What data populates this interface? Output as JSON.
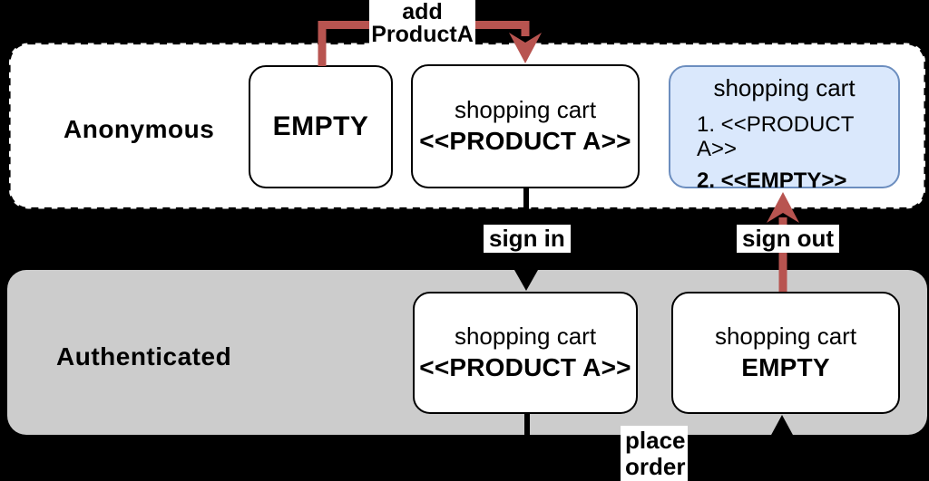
{
  "diagram": {
    "lanes": {
      "anonymous": {
        "label": "Anonymous"
      },
      "authenticated": {
        "label": "Authenticated"
      }
    },
    "states": {
      "anon_empty": {
        "label": "EMPTY"
      },
      "anon_cart": {
        "title": "shopping cart",
        "value": "<<PRODUCT A>>"
      },
      "anon_cart_list": {
        "title": "shopping cart",
        "items": [
          "1. <<PRODUCT A>>",
          "2. <<EMPTY>>"
        ]
      },
      "auth_cart": {
        "title": "shopping cart",
        "value": "<<PRODUCT A>>"
      },
      "auth_empty": {
        "title": "shopping cart",
        "value": "EMPTY"
      }
    },
    "transitions": {
      "add_product": {
        "lines": [
          "add",
          "ProductA"
        ]
      },
      "sign_in": {
        "label": "sign in"
      },
      "sign_out": {
        "label": "sign out"
      },
      "place_order": {
        "lines": [
          "place",
          "order"
        ]
      }
    },
    "colors": {
      "canvas_bg": "#000000",
      "text_color": "#000000",
      "state_border": "#000000",
      "label_bg": "#ffffff",
      "lane_auth_fill": "#cccccc",
      "state_blue_fill": "#dae8fc",
      "state_blue_border": "#6c8ebf",
      "arrow_red": "#b85450"
    }
  }
}
